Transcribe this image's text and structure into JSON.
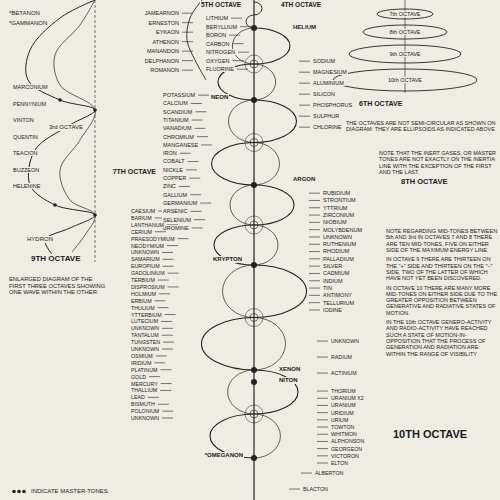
{
  "diagram": {
    "labels": [
      "*BETANON",
      "*GAMMANON",
      "JAMEARNON",
      "ERNESTON",
      "EYKAON",
      "ATHENON",
      "MANANDON",
      "DELPHANON",
      "ROMANON",
      "5TH OCTAVE",
      "LITHIUM",
      "BERYLLIUM",
      "BORON",
      "CARBON",
      "NITROGEN",
      "OXYGEN",
      "FLUORINE",
      "HELIUM",
      "MARCONIUM",
      "PENNYNIUM",
      "VINTON",
      "QUENTIN",
      "TEACION",
      "BUZZEON",
      "HELENINE",
      "3rd OCTAVE",
      "HYDRON",
      "ENLARGED DIAGRAM OF THE FIRST THREE OCTAVES SHOWING ONE WAVE WITHIN THE OTHER.",
      "NEON",
      "SODIUM",
      "MAGNESIUM",
      "ALUMINIUM",
      "SILICON",
      "PHOSPHORUS",
      "SULPHUR",
      "CHLORINE",
      "6TH OCTAVE",
      "7th OCTAVE",
      "8th OCTAVE",
      "9th OCTAVE",
      "10th OCTAVE",
      "THE OCTAVES ARE NOT SEMI-CIRCULAR AS SHOWN ON DIAGRAM: THEY ARE ELLIPSOIDS AS INDICATED ABOVE",
      "ARGON",
      "7TH OCTAVE",
      "POTASSIUM",
      "CALCIUM",
      "SCANDIUM",
      "TITANIUM",
      "VANADIUM",
      "CHROMIUM",
      "MANGANESE",
      "IRON",
      "COBALT",
      "NICKLE",
      "COPPER",
      "ZINC",
      "GALLIUM",
      "GERMANIUM",
      "ARSENIC",
      "SELENIUM",
      "BROMINE",
      "KRYPTON",
      "NOTE THAT THE INERT GASES, OR MASTER TONES ARE NOT EXACTLY ON THE INERTIA LINE WITH THE EXCEPTION OF THE FIRST AND THE LAST.",
      "RUBIDIUM",
      "STRONTIUM",
      "YTTRIUM",
      "ZIRCONIUM",
      "NIOBIUM",
      "MOLYBDENUM",
      "UNKNOWN",
      "RUTHENIUM",
      "RHODIUM",
      "PALLADIUM",
      "SILVER",
      "CADMIUM",
      "INDIUM",
      "TIN",
      "ANTIMONY",
      "TELLURIUM",
      "IODINE",
      "8TH OCTAVE",
      "NOTE REGARDING MID-TONES BETWEEN 5th AND 3rd IN OCTAVES 7 AND 8 THERE ARE TEN MID-TONES, FIVE ON EITHER SIDE OF THE MAXIMUM ENERGY LINE.",
      "IN OCTAVE 9 THERE ARE THIRTEEN ON THE \"+\" SIDE AND THIRTEEN ON THE \"−\" SIDE, TWO OF THE LATTER OF WHICH HAVE NOT YET BEEN DISCOVERED.",
      "IN OCTAVE 10 THERE ARE MANY MORE MID-TONES ON EITHER SIDE DUE TO THE GREATER OPPOSITION BETWEEN GENERATIVE AND RADIATIVE STATES OF MOTION.",
      "IN THE 10th OCTAVE GENERO-ACTIVITY AND RADIO-ACTIVITY HAVE REACHED SUCH A STATE OF MOTION-IN-OPPOSITION THAT THE PROCESS OF GENERATION AND RADIATION ARE WITHIN THE RANGE OF VISIBILITY",
      "9TH OCTAVE",
      "CAESIUM",
      "BARIUM",
      "LANTHANUM",
      "CERIUM",
      "PRAESODYMIUM",
      "NEODYMIUM",
      "UNKNOWN",
      "SAMARIUM",
      "EUROPIUM",
      "GADOLINIUM",
      "TERBIUM",
      "DISPROSIUM",
      "HOLMIUM",
      "ERBIUM",
      "THULIUM",
      "YTTERBIUM",
      "LUTECIUM",
      "UNKNOWN",
      "TANTALUM",
      "TUNGSTEN",
      "UNKNOWN",
      "OSMIUM",
      "IRIDIUM",
      "PLATINUM",
      "GOLD",
      "MERCURY",
      "THALLIUM",
      "LEAD",
      "BISMUTH",
      "POLONIUM",
      "UNKNOWN",
      "XENON",
      "NITON",
      "UNKNOWN",
      "RADIUM",
      "ACTINIUM",
      "THORIUM",
      "URANIUM X2",
      "URANIUM",
      "URIDIUM",
      "URIUM",
      "TOWTON",
      "WHITMON",
      "ALPHONSON",
      "GEORGEON",
      "VICTORON",
      "ELTON",
      "ALBERTON",
      "BLACTON",
      "10TH OCTAVE",
      "*OMEGANON",
      "INDICATE MASTER-TONES.",
      "4TH OCTAVE"
    ]
  }
}
